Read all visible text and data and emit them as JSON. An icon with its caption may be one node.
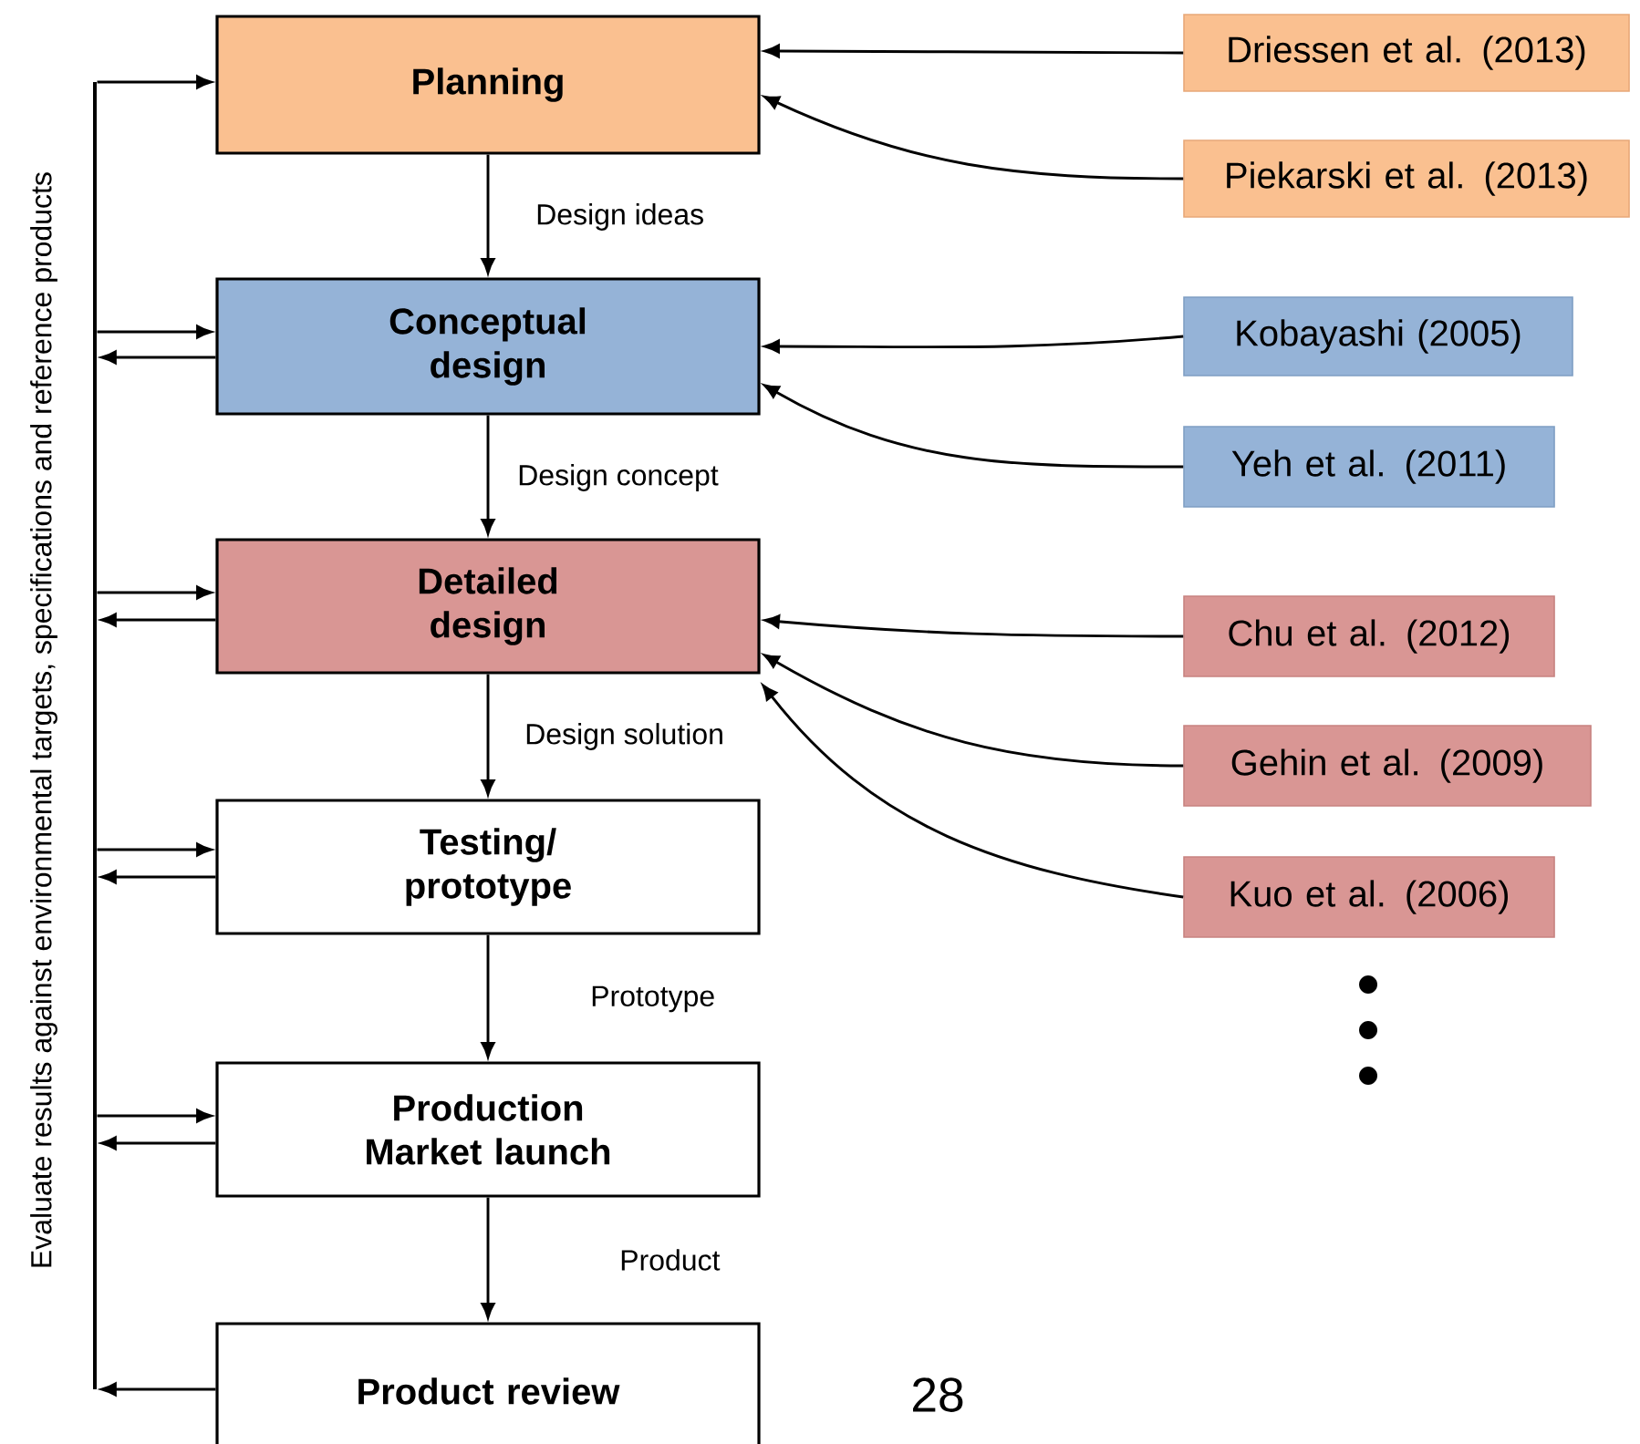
{
  "diagram": {
    "nodes": [
      {
        "text": [
          "Planning"
        ]
      },
      {
        "text": [
          "Conceptual design"
        ]
      },
      {
        "text": [
          "Detailed design"
        ]
      },
      {
        "text": [
          "Testing/ prototype"
        ]
      },
      {
        "text": [
          "Production Market launch"
        ]
      },
      {
        "text": [
          "Product review"
        ]
      },
      {
        "text": [
          "Driessen et al. (2013)"
        ]
      },
      {
        "text": [
          "Piekarski et al. (2013)"
        ]
      },
      {
        "text": [
          "Kobayashi (2005)"
        ]
      },
      {
        "text": [
          "Yeh et al. (2011)"
        ]
      },
      {
        "text": [
          "Chu  et al. (2012)"
        ]
      },
      {
        "text": [
          "Gehin et al. (2009)"
        ]
      },
      {
        "text": [
          "Kuo et al. (2006)"
        ]
      },
      {
        "text": [],
        "shape": "bar",
        "beside": [
          "Evaluate  results against  environmental  targets,  specifications and reference products"
        ]
      }
    ],
    "edges": [
      {
        "from": 0,
        "to": 1,
        "arrow": "to",
        "label": "Design ideas"
      },
      {
        "from": 1,
        "to": 2,
        "arrow": "to",
        "label": "Design concept"
      },
      {
        "from": 2,
        "to": 3,
        "arrow": "to",
        "label": "Design solution"
      },
      {
        "from": 3,
        "to": 4,
        "arrow": "to",
        "label": "Prototype"
      },
      {
        "from": 4,
        "to": 5,
        "arrow": "to",
        "label": "Product"
      },
      {
        "from": 6,
        "to": 0,
        "arrow": "to"
      },
      {
        "from": 7,
        "to": 0,
        "arrow": "to"
      },
      {
        "from": 8,
        "to": 1,
        "arrow": "to"
      },
      {
        "from": 9,
        "to": 1,
        "arrow": "to"
      },
      {
        "from": 10,
        "to": 2,
        "arrow": "to"
      },
      {
        "from": 11,
        "to": 2,
        "arrow": "to"
      },
      {
        "from": 12,
        "to": 2,
        "arrow": "to"
      },
      {
        "from": 13,
        "to": 0,
        "arrow": "to"
      },
      {
        "from": 13,
        "to": 1,
        "arrow": "to"
      },
      {
        "from": 1,
        "to": 13,
        "arrow": "to"
      },
      {
        "from": 13,
        "to": 2,
        "arrow": "to"
      },
      {
        "from": 2,
        "to": 13,
        "arrow": "to"
      },
      {
        "from": 13,
        "to": 3,
        "arrow": "to"
      },
      {
        "from": 3,
        "to": 13,
        "arrow": "to"
      },
      {
        "from": 13,
        "to": 4,
        "arrow": "to"
      },
      {
        "from": 4,
        "to": 13,
        "arrow": "to"
      },
      {
        "from": 5,
        "to": 13,
        "arrow": "to"
      }
    ],
    "labels": [
      "28"
    ]
  }
}
